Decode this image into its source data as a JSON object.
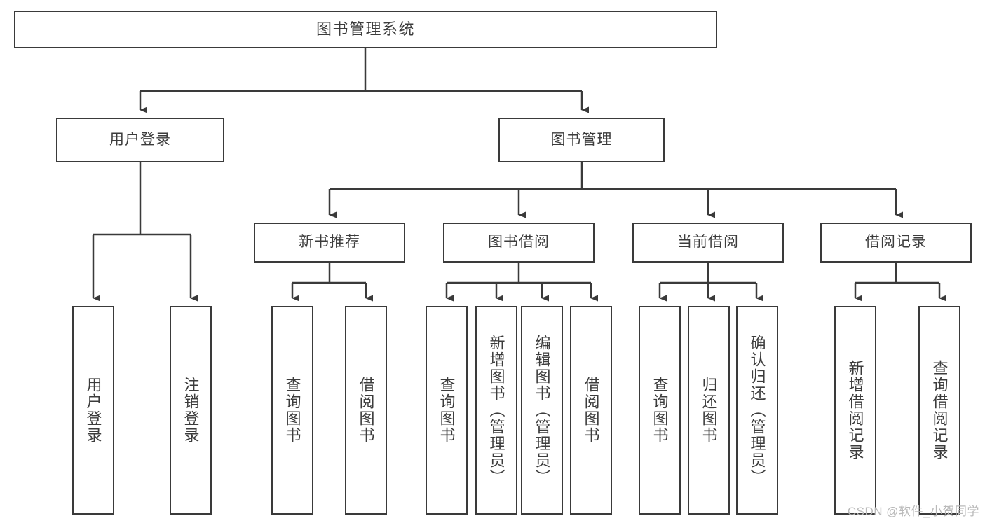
{
  "diagram": {
    "title": "图书管理系统",
    "watermark": "CSDN @软件_小贺同学",
    "colors": {
      "stroke": "#3a3a3a",
      "text": "#3c3c3c",
      "background": "#ffffff",
      "watermark": "#b9b9b9"
    },
    "nodes": {
      "root": {
        "label": "图书管理系统"
      },
      "level1": [
        {
          "label": "用户登录"
        },
        {
          "label": "图书管理"
        }
      ],
      "level2": [
        {
          "label": "新书推荐"
        },
        {
          "label": "图书借阅"
        },
        {
          "label": "当前借阅"
        },
        {
          "label": "借阅记录"
        }
      ],
      "leaves": {
        "user_login": [
          {
            "label": "用户登录"
          },
          {
            "label": "注销登录"
          }
        ],
        "new_book_recommend": [
          {
            "label": "查询图书"
          },
          {
            "label": "借阅图书"
          }
        ],
        "book_borrow": [
          {
            "label": "查询图书"
          },
          {
            "label": "新增图书（管理员）"
          },
          {
            "label": "编辑图书（管理员）"
          },
          {
            "label": "借阅图书"
          }
        ],
        "current_borrow": [
          {
            "label": "查询图书"
          },
          {
            "label": "归还图书"
          },
          {
            "label": "确认归还（管理员）"
          }
        ],
        "borrow_record": [
          {
            "label": "新增借阅记录"
          },
          {
            "label": "查询借阅记录"
          }
        ]
      }
    }
  }
}
